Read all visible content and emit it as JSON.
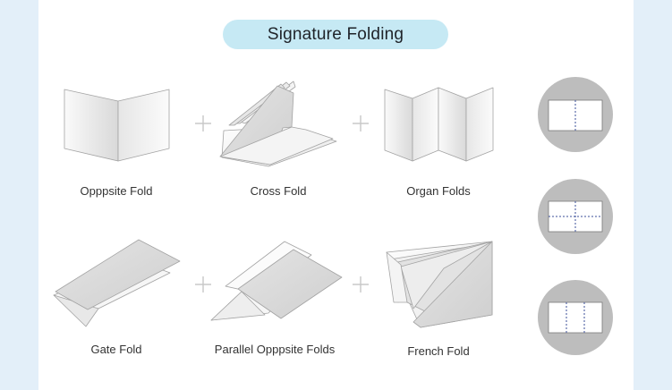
{
  "title": "Signature Folding",
  "folds": [
    {
      "label": "Opppsite Fold"
    },
    {
      "label": "Cross Fold"
    },
    {
      "label": "Organ Folds"
    },
    {
      "label": "Gate Fold"
    },
    {
      "label": "Parallel Opppsite Folds"
    },
    {
      "label": "French Fold"
    }
  ],
  "colors": {
    "background": "#e3eff9",
    "panel": "#ffffff",
    "title_pill": "#c6e9f4",
    "paper_light": "#f2f2f2",
    "paper_dark": "#d9d9d9",
    "circle": "#bdbdbd",
    "fold_line": "#3b4f9a"
  }
}
